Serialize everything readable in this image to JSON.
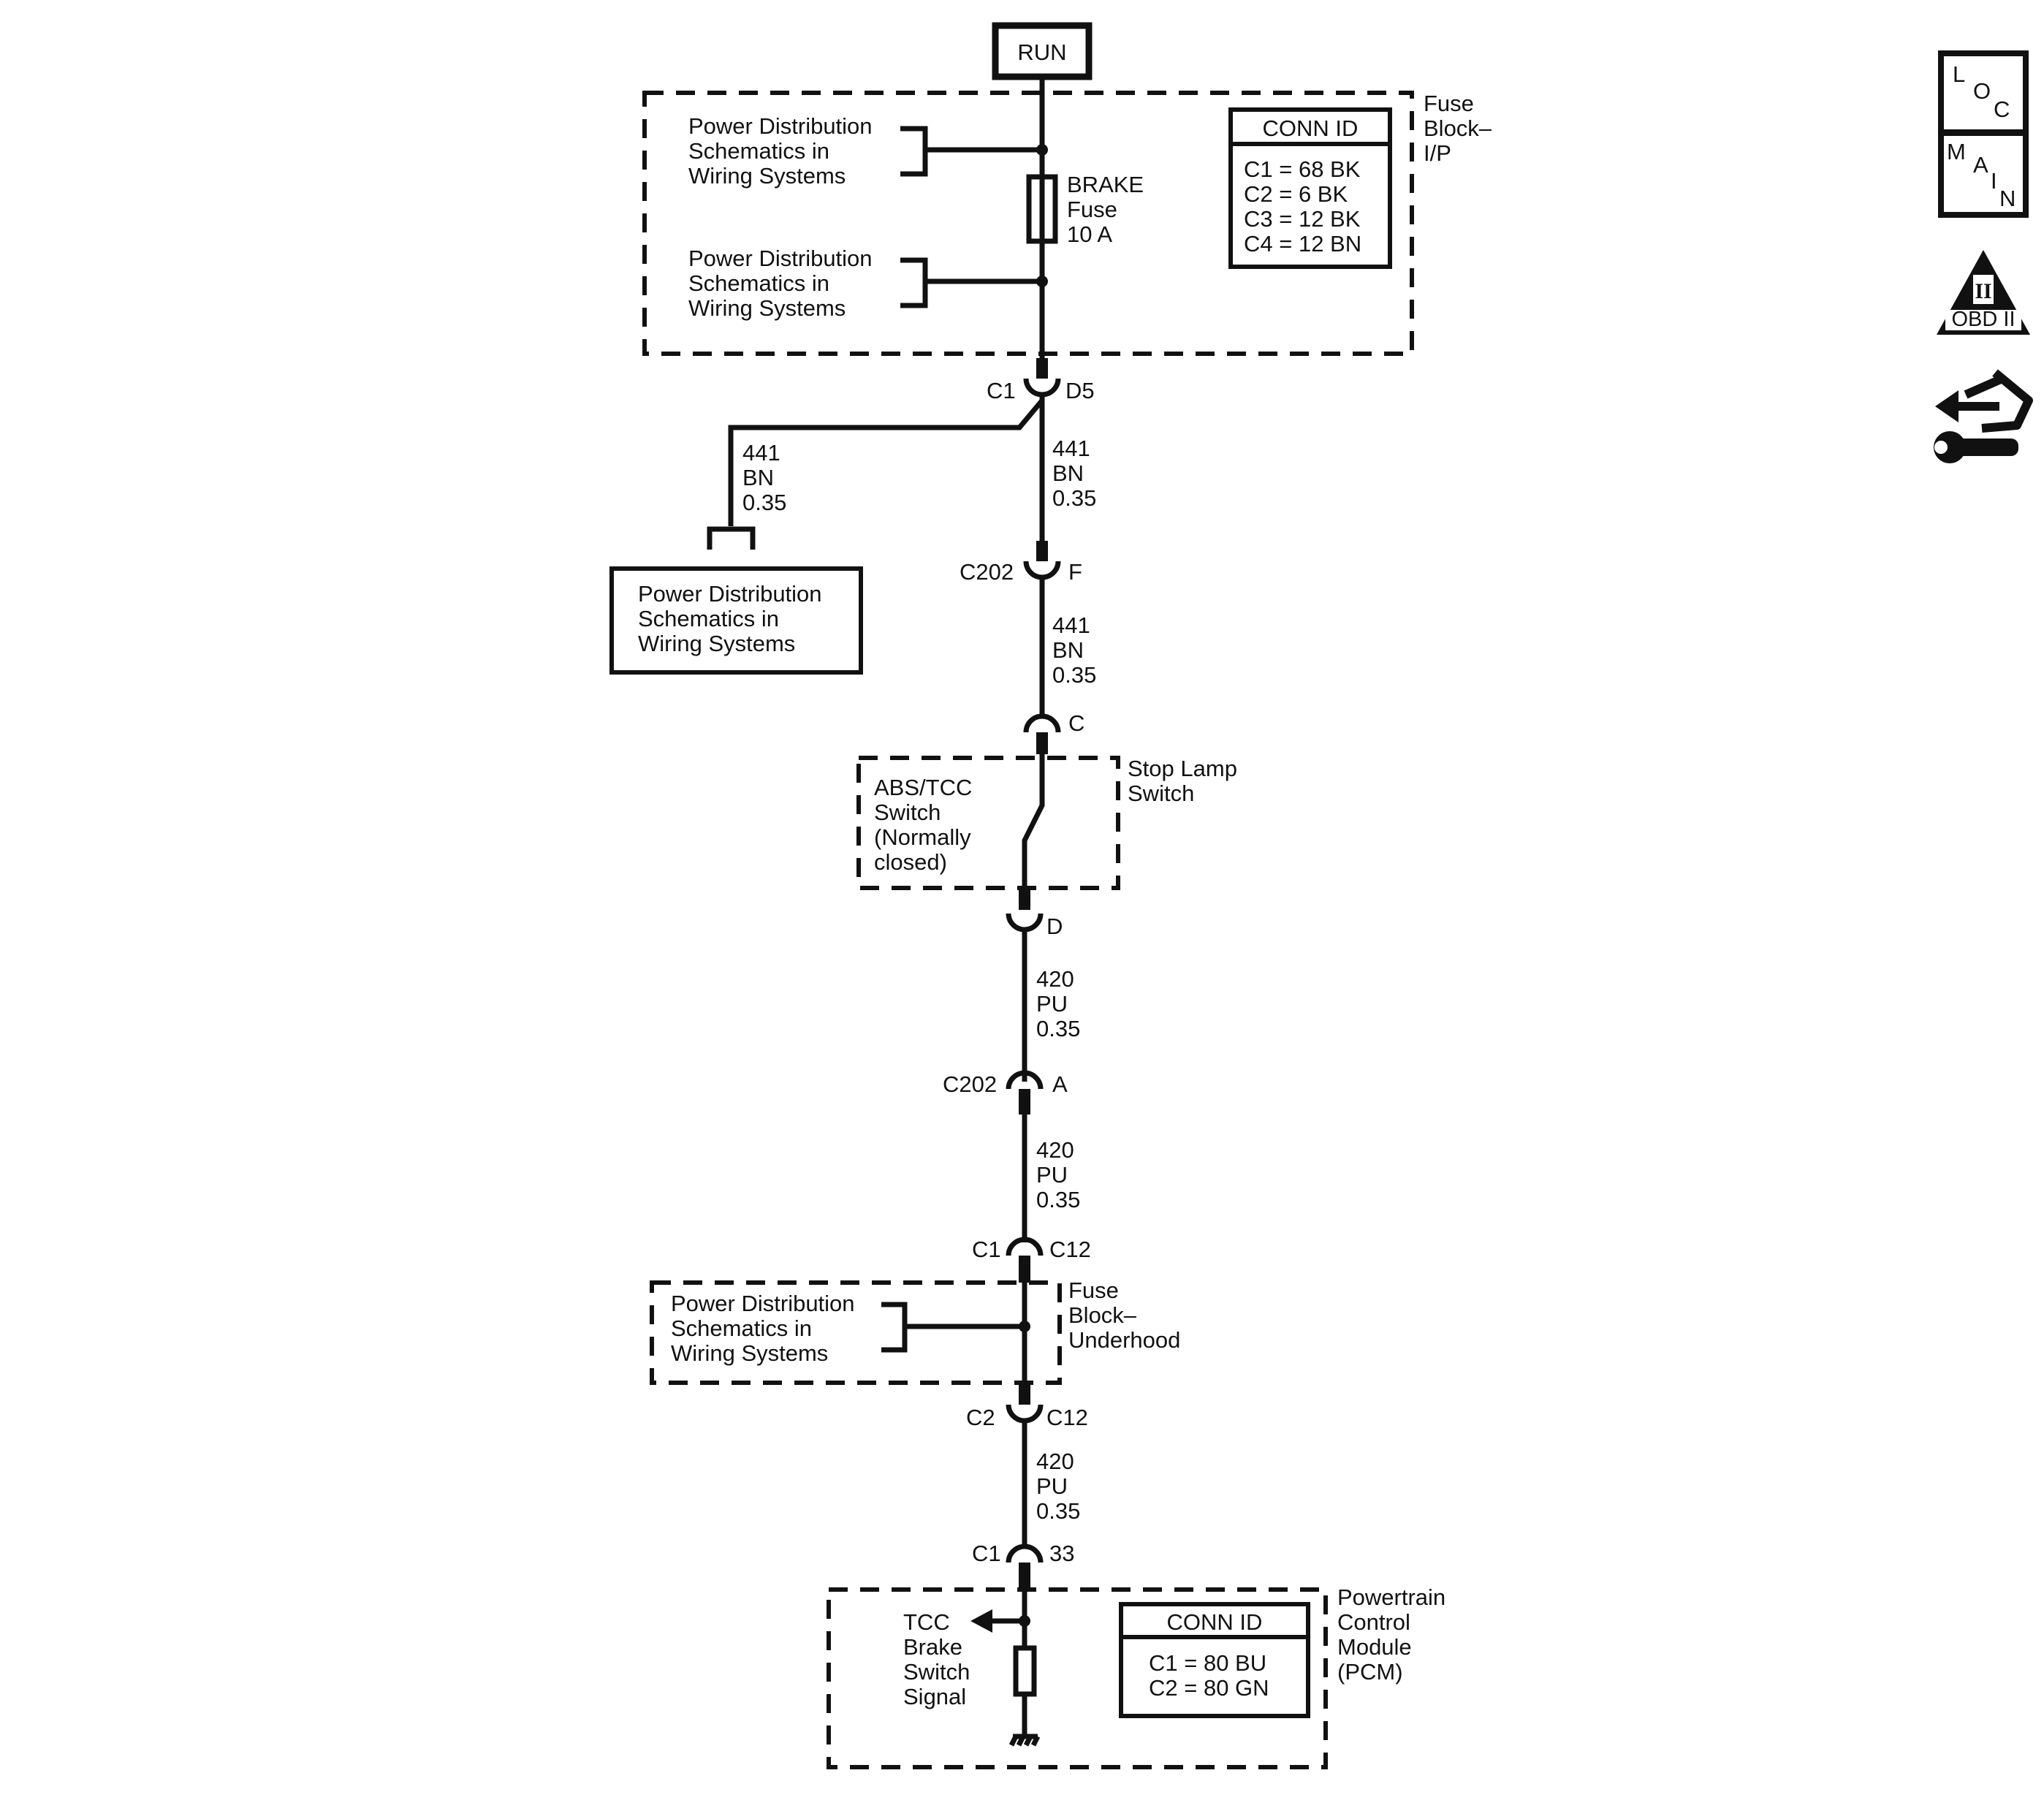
{
  "run_label": "RUN",
  "fuse_block_ip": {
    "name": [
      "Fuse",
      "Block–",
      "I/P"
    ],
    "conn_id_title": "CONN ID",
    "conn_ids": [
      "C1 = 68 BK",
      "C2 = 6 BK",
      "C3 = 12 BK",
      "C4 = 12 BN"
    ],
    "fuse": [
      "BRAKE",
      "Fuse",
      "10 A"
    ],
    "power_ref_top": [
      "Power Distribution",
      "Schematics in",
      "Wiring Systems"
    ],
    "power_ref_bottom": [
      "Power Distribution",
      "Schematics in",
      "Wiring Systems"
    ]
  },
  "connectors": {
    "c1_d5": {
      "conn": "C1",
      "pin": "D5"
    },
    "c202_f": {
      "conn": "C202",
      "pin": "F"
    },
    "stop_c": {
      "pin": "C"
    },
    "stop_d": {
      "pin": "D"
    },
    "c202_a": {
      "conn": "C202",
      "pin": "A"
    },
    "c1_c12": {
      "conn": "C1",
      "pin": "C12"
    },
    "c2_c12": {
      "conn": "C2",
      "pin": "C12"
    },
    "c1_33": {
      "conn": "C1",
      "pin": "33"
    }
  },
  "wires": {
    "w1_left": [
      "441",
      "BN",
      "0.35"
    ],
    "w1_main": [
      "441",
      "BN",
      "0.35"
    ],
    "w2": [
      "441",
      "BN",
      "0.35"
    ],
    "w3": [
      "420",
      "PU",
      "0.35"
    ],
    "w4": [
      "420",
      "PU",
      "0.35"
    ],
    "w5": [
      "420",
      "PU",
      "0.35"
    ]
  },
  "power_ref_side": [
    "Power Distribution",
    "Schematics in",
    "Wiring Systems"
  ],
  "stop_lamp_switch": {
    "name": [
      "Stop Lamp",
      "Switch"
    ],
    "inner": [
      "ABS/TCC",
      "Switch",
      "(Normally",
      "closed)"
    ]
  },
  "fuse_block_underhood": {
    "name": [
      "Fuse",
      "Block–",
      "Underhood"
    ],
    "power_ref": [
      "Power Distribution",
      "Schematics in",
      "Wiring Systems"
    ]
  },
  "pcm": {
    "name": [
      "Powertrain",
      "Control",
      "Module",
      "(PCM)"
    ],
    "conn_id_title": "CONN ID",
    "conn_ids": [
      "C1 = 80 BU",
      "C2 = 80 GN"
    ],
    "signal": [
      "TCC",
      "Brake",
      "Switch",
      "Signal"
    ]
  },
  "side_icons": {
    "loc": [
      "L",
      "O",
      "C"
    ],
    "main": [
      "M",
      "A",
      "I",
      "N"
    ],
    "obd": {
      "numeral": "II",
      "text": "OBD II"
    },
    "wrench_icon": "wrench-arrows-icon"
  }
}
